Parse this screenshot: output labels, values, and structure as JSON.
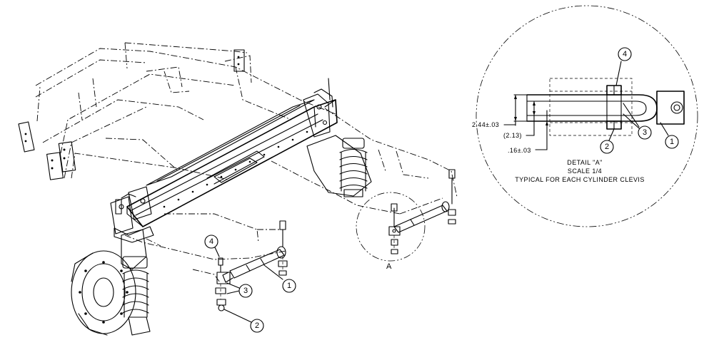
{
  "callouts": {
    "c1": "1",
    "c2": "2",
    "c3": "3",
    "c4": "4",
    "detail_c1": "1",
    "detail_c2": "2",
    "detail_c3": "3",
    "detail_c4": "4"
  },
  "detail_marker": "A",
  "dimensions": {
    "overall": "2.44±.03",
    "reference": "(2.13)",
    "offset": ".16±.03"
  },
  "detail_note": {
    "line1": "DETAIL \"A\"",
    "line2": "SCALE 1/4",
    "line3": "TYPICAL FOR EACH CYLINDER CLEVIS"
  }
}
